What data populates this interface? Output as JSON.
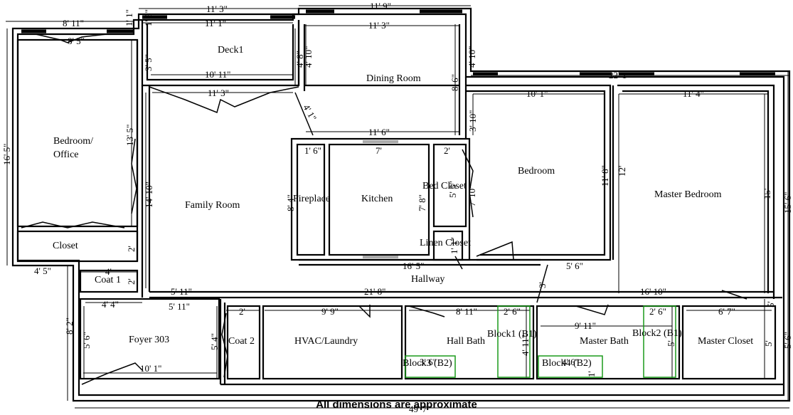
{
  "rooms": {
    "deck": "Deck1",
    "dining": "Dining Room",
    "bedroom_office_1": "Bedroom/",
    "bedroom_office_2": "Office",
    "family": "Family Room",
    "fireplace": "Fireplace",
    "kitchen": "Kitchen",
    "bed_closet": "Bed Closet",
    "bedroom": "Bedroom",
    "master_bedroom": "Master Bedroom",
    "closet": "Closet",
    "linen_closet": "Linen Closet",
    "hallway": "Hallway",
    "coat1": "Coat 1",
    "foyer": "Foyer 303",
    "coat2": "Coat 2",
    "hvac": "HVAC/Laundry",
    "hall_bath": "Hall Bath",
    "master_bath": "Master Bath",
    "master_closet": "Master Closet",
    "block1": "Block1 (B1)",
    "block2": "Block2 (B1)",
    "block3": "Block3 (B2)",
    "block4": "Block4 (B2)"
  },
  "dimensions": {
    "d01": "8' 11\"",
    "d02": "1' 1\"",
    "d03": "11' 3\"",
    "d04": "11' 1\"",
    "d05": "1' 5\"",
    "d06": "11' 9\"",
    "d07": "11' 3\"",
    "d08": "4' 10\"",
    "d09": "4' 10\"",
    "d10": "3' 5\"",
    "d11": "4' 8\"",
    "d12": "10' 11\"",
    "d13": "11' 3\"",
    "d14": "8' 5\"",
    "d15": "16' 5\"",
    "d16": "13' 5\"",
    "d17": "14' 10\"",
    "d18": "8' 6\"",
    "d19": "22' 1\"",
    "d20": "10' 1\"",
    "d21": "11' 4\"",
    "d22": "3' 10\"",
    "d23": "4' 1\"",
    "d24": "11' 6\"",
    "d25": "1' 6\"",
    "d26": "7'",
    "d27": "2'",
    "d28": "5' 5\"",
    "d29": "8' 4\"",
    "d30": "7' 8\"",
    "d31": "7' 10\"",
    "d32": "11' 8\"",
    "d33": "12'",
    "d34": "15'",
    "d35": "15' 6\"",
    "d36": "1' 1\"",
    "d37": "2'",
    "d38": "4' 5\"",
    "d39": "4'",
    "d40": "2'",
    "d41": "16' 5\"",
    "d42": "5' 6\"",
    "d43": "5' 11\"",
    "d44": "21' 8\"",
    "d45": "16' 10\"",
    "d46": "4' 4\"",
    "d47": "5' 11\"",
    "d48": "2'",
    "d49": "9' 9\"",
    "d50": "8' 11\"",
    "d51": "2' 6\"",
    "d52": "2' 6\"",
    "d53": "6' 7\"",
    "d54": "9' 11\"",
    "d55": "8' 2\"",
    "d56": "5' 6\"",
    "d57": "5' 4\"",
    "d58": "10' 1\"",
    "d59": "3' 6\"",
    "d60": "4' 11\"",
    "d61": "4' 6\"",
    "d62": "1'",
    "d63": "5'",
    "d64": "5'",
    "d65": "5' 6\"",
    "d66": "49' 7\"",
    "d67": "3'",
    "d68": "5'"
  },
  "footer": "All dimensions are approximate"
}
